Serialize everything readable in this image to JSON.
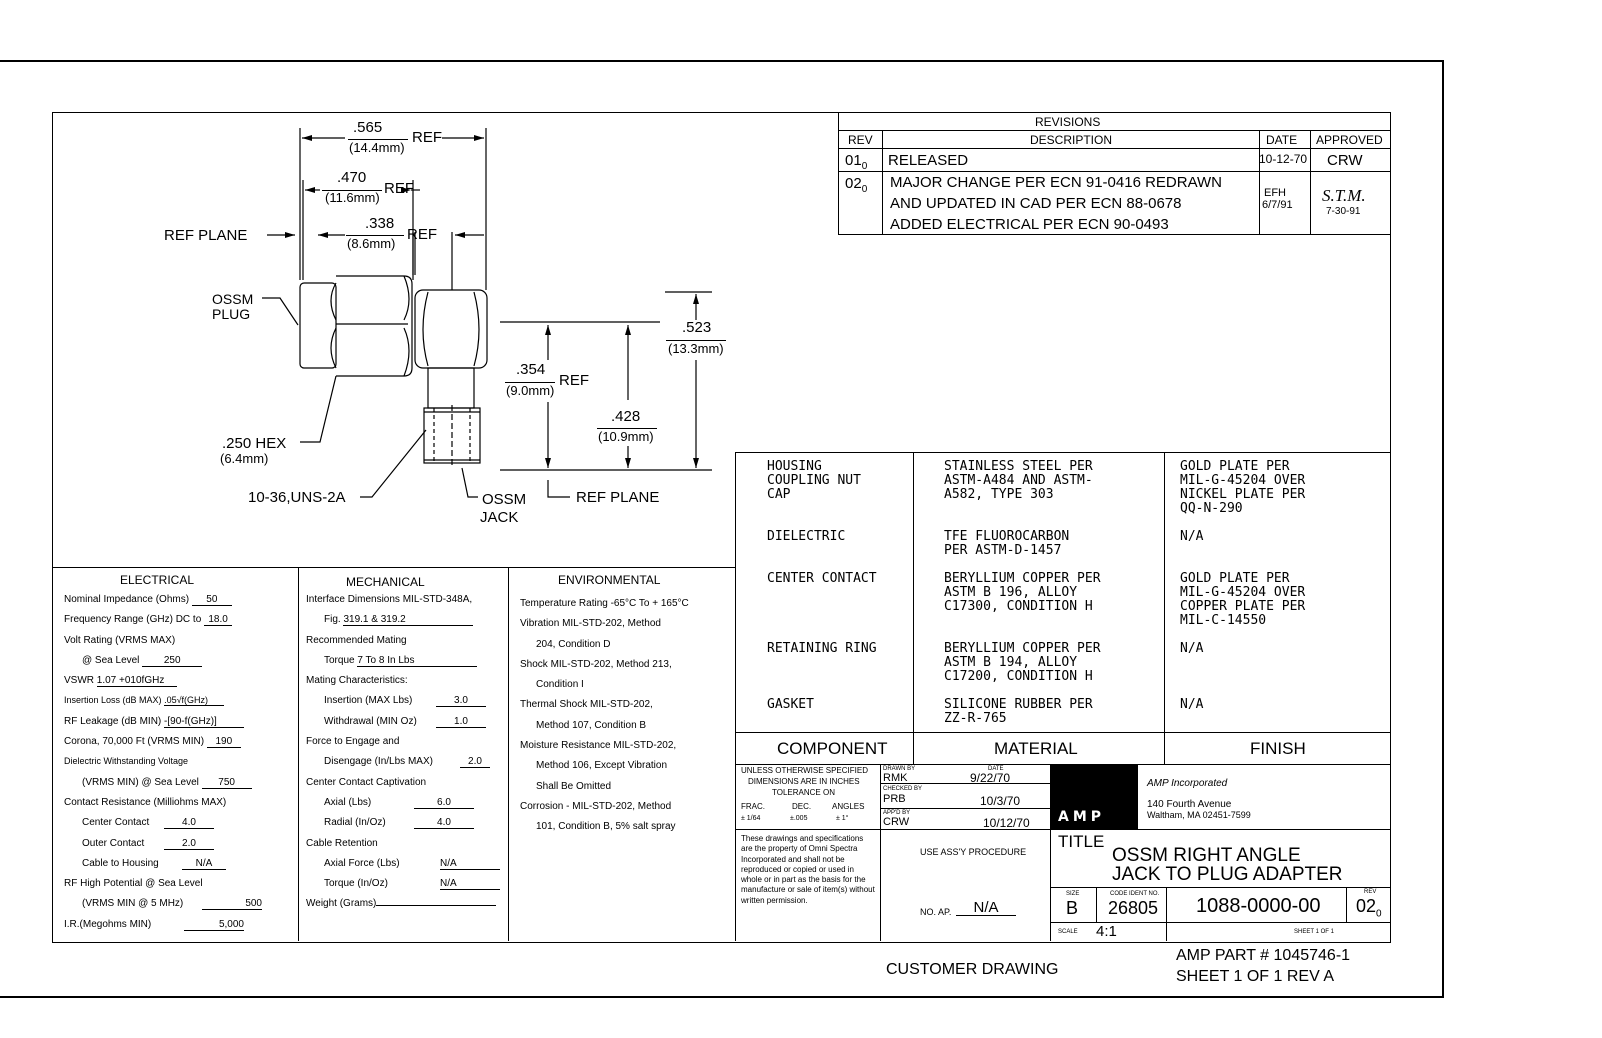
{
  "drawing": {
    "dim_565": ".565",
    "dim_565_mm": "(14.4mm)",
    "dim_470": ".470",
    "dim_470_mm": "(11.6mm)",
    "dim_338": ".338",
    "dim_338_mm": "(8.6mm)",
    "ref": "REF",
    "ref_plane": "REF PLANE",
    "ossm_plug": "OSSM\nPLUG",
    "ossm_plug_1": "OSSM",
    "ossm_plug_2": "PLUG",
    "dim_523": ".523",
    "dim_523_mm": "(13.3mm)",
    "dim_354": ".354",
    "dim_354_mm": "(9.0mm)",
    "dim_428": ".428",
    "dim_428_mm": "(10.9mm)",
    "hex_250": ".250 HEX",
    "hex_250_mm": "(6.4mm)",
    "thread": "10-36,UNS-2A",
    "ossm_jack_1": "OSSM",
    "ossm_jack_2": "JACK"
  },
  "revisions": {
    "title": "REVISIONS",
    "headers": {
      "rev": "REV",
      "description": "DESCRIPTION",
      "date": "DATE",
      "approved": "APPROVED"
    },
    "rows": [
      {
        "rev": "01",
        "rev_sub": "0",
        "lines": [
          "RELEASED"
        ],
        "date": "10-12-70",
        "approved": "CRW"
      },
      {
        "rev": "02",
        "rev_sub": "0",
        "lines": [
          "MAJOR CHANGE PER ECN 91-0416 REDRAWN",
          "AND UPDATED IN CAD PER ECN 88-0678",
          "ADDED ELECTRICAL PER ECN 90-0493"
        ],
        "date_1": "EFH",
        "date_2": "6/7/91",
        "approved_1": "S.T.M.",
        "approved_2": "7-30-91"
      }
    ]
  },
  "materials": {
    "headers": {
      "component": "COMPONENT",
      "material": "MATERIAL",
      "finish": "FINISH"
    },
    "rows": [
      {
        "component": "HOUSING\nCOUPLING NUT\nCAP",
        "material": "STAINLESS STEEL PER\nASTM-A484 AND ASTM-\nA582, TYPE 303",
        "finish": "GOLD PLATE PER\nMIL-G-45204 OVER\nNICKEL PLATE PER\nQQ-N-290"
      },
      {
        "component": "DIELECTRIC",
        "material": "TFE FLUOROCARBON\nPER ASTM-D-1457",
        "finish": "N/A"
      },
      {
        "component": "CENTER CONTACT",
        "material": "BERYLLIUM COPPER PER\nASTM B 196, ALLOY\nC17300, CONDITION H",
        "finish": "GOLD PLATE PER\nMIL-G-45204 OVER\nCOPPER PLATE PER\nMIL-C-14550"
      },
      {
        "component": "RETAINING RING",
        "material": "BERYLLIUM COPPER PER\nASTM B 194, ALLOY\nC17200, CONDITION H",
        "finish": "N/A"
      },
      {
        "component": "GASKET",
        "material": "SILICONE RUBBER PER\nZZ-R-765",
        "finish": "N/A"
      }
    ]
  },
  "electrical": {
    "title": "ELECTRICAL",
    "lines": [
      {
        "label": "Nominal Impedance (Ohms)",
        "value": "50"
      },
      {
        "label": "Frequency Range (GHz) DC to",
        "value": "18.0"
      },
      {
        "label": "Volt Rating (VRMS MAX)",
        "value": ""
      },
      {
        "label": "  @ Sea Level",
        "value": "250"
      },
      {
        "label": "VSWR",
        "value": "1.07 +010fGHz"
      },
      {
        "label": "Insertion Loss (dB MAX)",
        "value": ".05√f(GHz)"
      },
      {
        "label": "RF Leakage (dB MIN)",
        "value": "-[90-f(GHz)]"
      },
      {
        "label": "Corona, 70,000 Ft (VRMS MIN)",
        "value": "190"
      },
      {
        "label": "Dielectric Withstanding Voltage",
        "value": ""
      },
      {
        "label": "  (VRMS MIN) @ Sea Level",
        "value": "750"
      },
      {
        "label": "Contact Resistance (Milliohms MAX)",
        "value": ""
      },
      {
        "label": "    Center Contact",
        "value": "4.0"
      },
      {
        "label": "    Outer Contact",
        "value": "2.0"
      },
      {
        "label": "    Cable to Housing",
        "value": "N/A"
      },
      {
        "label": "RF High Potential @ Sea Level",
        "value": ""
      },
      {
        "label": "  (VRMS MIN @ 5 MHz)",
        "value": "500"
      },
      {
        "label": "I.R.(Megohms MIN)",
        "value": "5,000"
      }
    ]
  },
  "mechanical": {
    "title": "MECHANICAL",
    "lines": [
      {
        "label": "Interface Dimensions MIL-STD-348A,",
        "value": ""
      },
      {
        "label": "  Fig.",
        "value": "319.1 & 319.2"
      },
      {
        "label": "Recommended Mating",
        "value": ""
      },
      {
        "label": "  Torque",
        "value": "7 To 8 In Lbs"
      },
      {
        "label": "Mating Characteristics:",
        "value": ""
      },
      {
        "label": "  Insertion (MAX Lbs)",
        "value": "3.0"
      },
      {
        "label": "  Withdrawal (MIN Oz)",
        "value": "1.0"
      },
      {
        "label": "Force to Engage and",
        "value": ""
      },
      {
        "label": "  Disengage (In/Lbs MAX)",
        "value": "2.0"
      },
      {
        "label": "Center Contact Captivation",
        "value": ""
      },
      {
        "label": "  Axial (Lbs)",
        "value": "6.0"
      },
      {
        "label": "  Radial (In/Oz)",
        "value": "4.0"
      },
      {
        "label": "Cable Retention",
        "value": ""
      },
      {
        "label": "  Axial Force (Lbs)",
        "value": "N/A"
      },
      {
        "label": "  Torque (In/Oz)",
        "value": "N/A"
      },
      {
        "label": "Weight (Grams)",
        "value": ""
      }
    ]
  },
  "environmental": {
    "title": "ENVIRONMENTAL",
    "lines": [
      "Temperature Rating -65°C To + 165°C",
      "Vibration MIL-STD-202, Method",
      "  204, Condition  D",
      "Shock MIL-STD-202, Method 213,",
      "  Condition   I",
      "Thermal Shock MIL-STD-202,",
      "  Method 107, Condition  B",
      "Moisture Resistance MIL-STD-202,",
      "  Method 106, Except Vibration",
      "  Shall Be Omitted",
      "Corrosion - MIL-STD-202, Method",
      "  101, Condition B, 5% salt spray"
    ]
  },
  "title_block": {
    "tolerance_1": "UNLESS OTHERWISE SPECIFIED",
    "tolerance_2": "DIMENSIONS ARE IN INCHES",
    "tolerance_3": "TOLERANCE ON",
    "frac": "FRAC.",
    "dec": "DEC.",
    "angles": "ANGLES",
    "frac_v": "± 1/64",
    "dec_v": "±.005",
    "angles_v": "± 1°",
    "drawn_by_label": "DRAWN BY",
    "drawn_by": "RMK",
    "date_label": "DATE",
    "drawn_date": "9/22/70",
    "checked_by_label": "CHECKED BY",
    "checked_by": "PRB",
    "checked_date": "10/3/70",
    "appd_by_label": "APP'D BY",
    "appd_by": "CRW",
    "appd_date": "10/12/70",
    "logo": "AMP",
    "company": "AMP Incorporated",
    "address_1": "140 Fourth Avenue",
    "address_2": "Waltham, MA 02451-7599",
    "proprietary": "These drawings and specifications are the property of Omni Spectra Incorporated and shall not be reproduced or copied or used in whole or in part as the basis for the manufacture or sale of item(s) without written permission.",
    "use_assy": "USE ASS'Y PROCEDURE",
    "no_ap_label": "NO. AP.",
    "no_ap": "N/A",
    "title_label": "TITLE",
    "title_1": "OSSM RIGHT ANGLE",
    "title_2": "JACK TO PLUG ADAPTER",
    "size_label": "SIZE",
    "size": "B",
    "code_label": "CODE IDENT NO.",
    "code": "26805",
    "dwg_no": "1088-0000-00",
    "rev_label": "REV",
    "rev": "02",
    "rev_sub": "0",
    "scale_label": "SCALE",
    "scale": "4:1",
    "sheet_label": "SHEET  1  OF  1",
    "customer_drawing": "CUSTOMER DRAWING",
    "amp_part": "AMP PART # 1045746-1",
    "sheet_rev": "SHEET 1 OF 1  REV A"
  }
}
